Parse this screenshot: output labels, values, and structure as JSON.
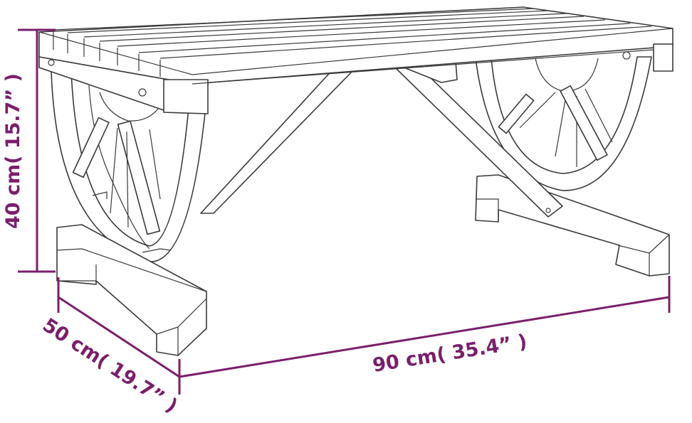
{
  "colors": {
    "dimension": "#7a1f6b",
    "outline": "#3a3a3a",
    "background": "#ffffff"
  },
  "dimensions": {
    "height_label": "40 cm( 15.7” )",
    "depth_label": "50 cm( 19.7” )",
    "width_label": "90 cm( 35.4”  )"
  }
}
